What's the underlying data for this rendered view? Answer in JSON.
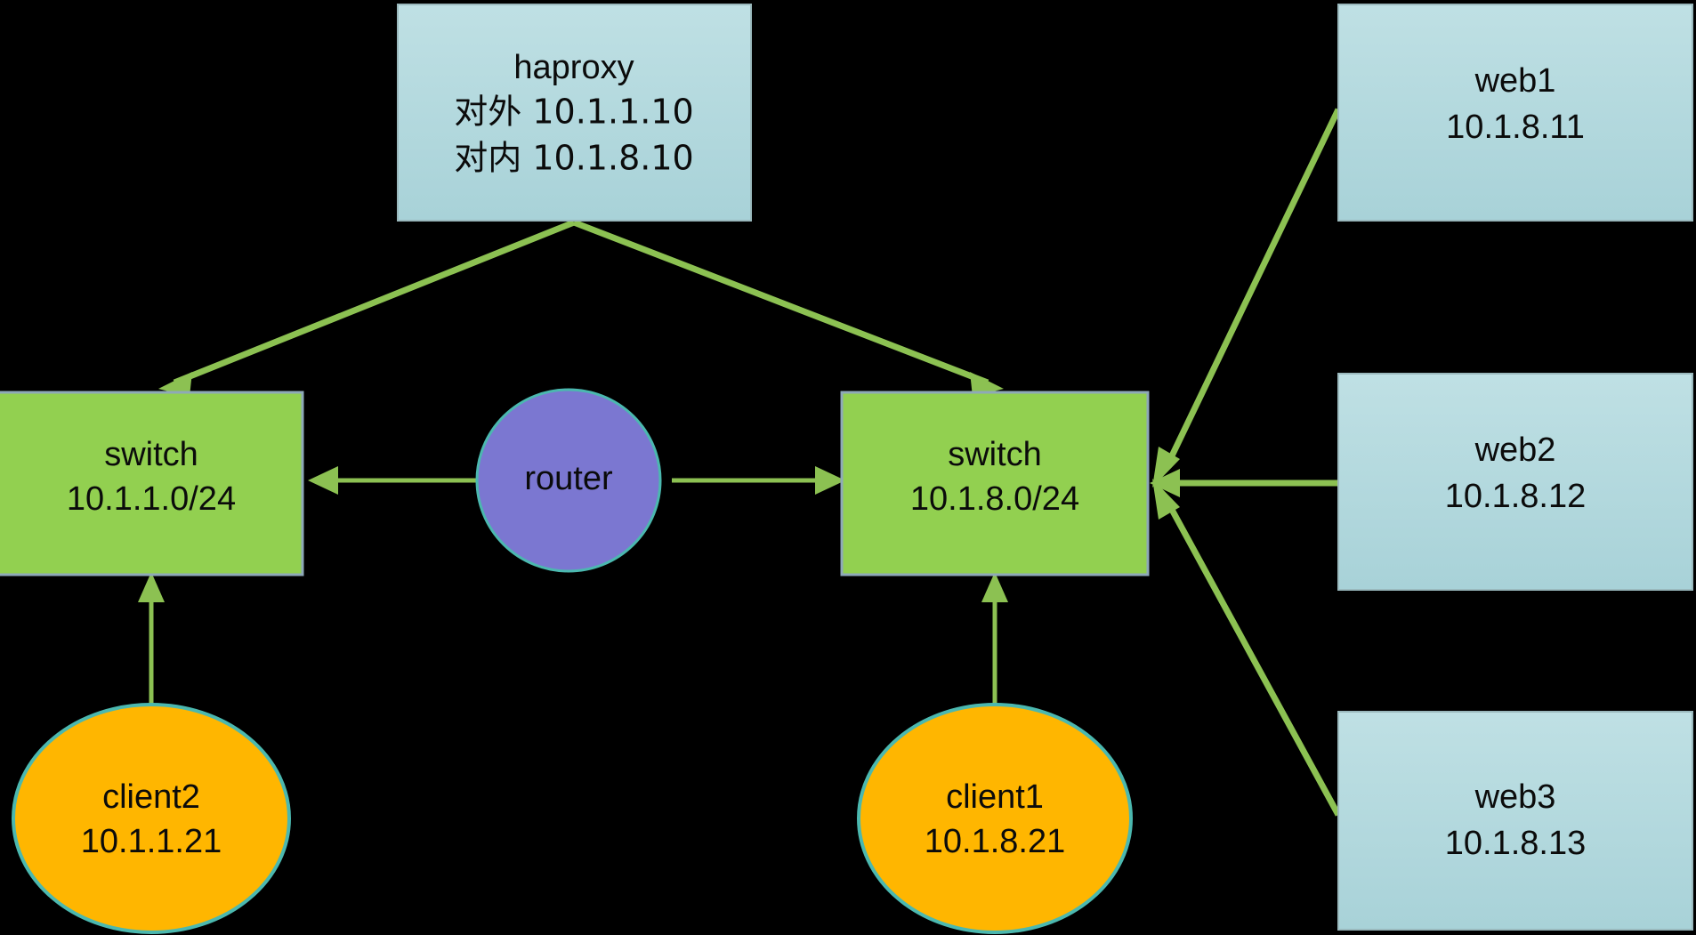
{
  "diagram": {
    "title": "haproxy load balancing network topology",
    "background_color": "#000000",
    "edge_color": "#8cc152"
  },
  "nodes": {
    "haproxy": {
      "kind": "rectangle",
      "line1": "haproxy",
      "line2": "对外 10.1.1.10",
      "line3": "对内 10.1.8.10",
      "fill": "#b3d9dd",
      "border": "#9ab9bd"
    },
    "switch_left": {
      "kind": "rectangle",
      "line1": "switch",
      "line2": "10.1.1.0/24",
      "fill": "#92d050",
      "border": "#8ea9b8"
    },
    "switch_right": {
      "kind": "rectangle",
      "line1": "switch",
      "line2": "10.1.8.0/24",
      "fill": "#92d050",
      "border": "#8ea9b8"
    },
    "router": {
      "kind": "ellipse",
      "line1": "router",
      "fill": "#7b77d1",
      "border": "#4bb8af"
    },
    "client1": {
      "kind": "ellipse",
      "line1": "client1",
      "line2": "10.1.8.21",
      "fill": "#ffb600",
      "border": "#4bb8af"
    },
    "client2": {
      "kind": "ellipse",
      "line1": "client2",
      "line2": "10.1.1.21",
      "fill": "#ffb600",
      "border": "#4bb8af"
    },
    "web1": {
      "kind": "rectangle",
      "line1": "web1",
      "line2": "10.1.8.11",
      "fill": "#b3d9dd",
      "border": "#9ab9bd"
    },
    "web2": {
      "kind": "rectangle",
      "line1": "web2",
      "line2": "10.1.8.12",
      "fill": "#b3d9dd",
      "border": "#9ab9bd"
    },
    "web3": {
      "kind": "rectangle",
      "line1": "web3",
      "line2": "10.1.8.13",
      "fill": "#b3d9dd",
      "border": "#9ab9bd"
    }
  },
  "edges": [
    {
      "name": "haproxy-to-switch-left",
      "from": "haproxy",
      "to": "switch_left",
      "arrow": true
    },
    {
      "name": "haproxy-to-switch-right",
      "from": "haproxy",
      "to": "switch_right",
      "arrow": true
    },
    {
      "name": "router-to-switch-left",
      "from": "router",
      "to": "switch_left",
      "arrow": true
    },
    {
      "name": "router-to-switch-right",
      "from": "router",
      "to": "switch_right",
      "arrow": true
    },
    {
      "name": "client2-to-switch-left",
      "from": "client2",
      "to": "switch_left",
      "arrow": true
    },
    {
      "name": "client1-to-switch-right",
      "from": "client1",
      "to": "switch_right",
      "arrow": true
    },
    {
      "name": "web1-to-switch-right",
      "from": "web1",
      "to": "switch_right",
      "arrow": true
    },
    {
      "name": "web2-to-switch-right",
      "from": "web2",
      "to": "switch_right",
      "arrow": true
    },
    {
      "name": "web3-to-switch-right",
      "from": "web3",
      "to": "switch_right",
      "arrow": true
    }
  ]
}
